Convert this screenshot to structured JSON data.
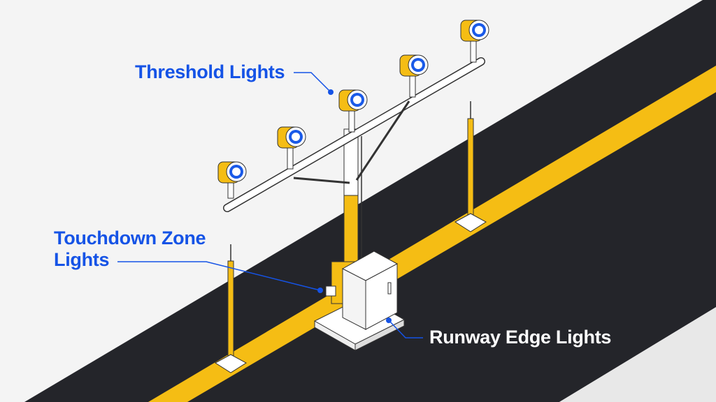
{
  "labels": {
    "threshold": "Threshold Lights",
    "touchdown_line1": "Touchdown Zone",
    "touchdown_line2": "Lights",
    "runway_edge": "Runway Edge Lights"
  },
  "colors": {
    "runway": "#24252a",
    "stripe": "#f5bd14",
    "label_blue": "#1553e6",
    "lens_blue": "#1a5ae8"
  }
}
